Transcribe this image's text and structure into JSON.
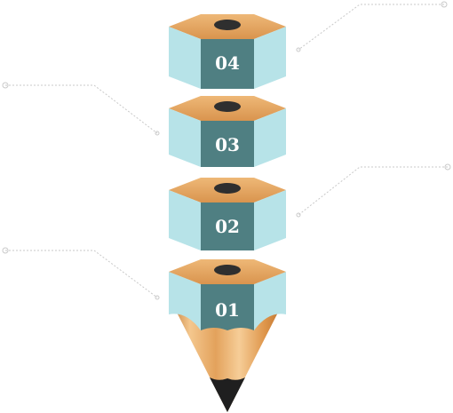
{
  "segments": [
    {
      "label": "04"
    },
    {
      "label": "03"
    },
    {
      "label": "02"
    },
    {
      "label": "01"
    }
  ],
  "colors": {
    "top_face": "#e3a660",
    "top_face_dark": "#cd8a45",
    "hole": "#2f2f2f",
    "side_face": "#b7e3e8",
    "center_face": "#4f7f82",
    "number_text": "#ffffff",
    "wood_light": "#f2c38a",
    "wood_mid": "#de9a52",
    "wood_dark": "#bf7430",
    "lead": "#1f1f1f",
    "connector": "#c8c8c8"
  },
  "icons": {
    "graphic": "pencil-illustration"
  }
}
